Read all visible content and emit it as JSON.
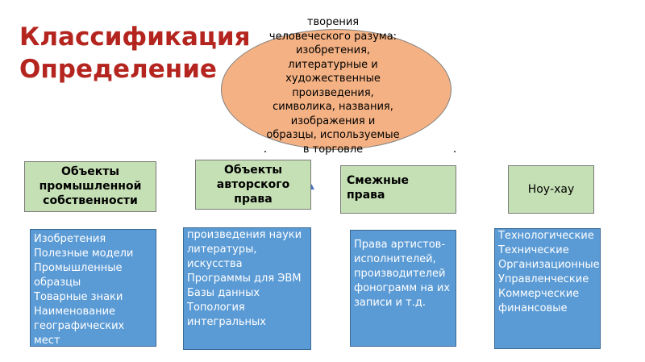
{
  "title": {
    "line1": "Классификация",
    "line2": "Определение"
  },
  "ellipse": {
    "text": "творения\nчеловеческого разума:\nизобретения,\nлитературные и\nхудожественные\nпроизведения,\nсимволика, названия,\nизображения и\nобразцы, используемые\nв торговле"
  },
  "categories": [
    {
      "label": "Объекты промышленной собственности"
    },
    {
      "label": "Объекты авторского права"
    },
    {
      "label": "Смежные права"
    },
    {
      "label": "Ноу-хау"
    }
  ],
  "lists": [
    {
      "text": "Изобретения\nПолезные модели\nПромышленные образцы\nТоварные знаки\nНаименование географических мест"
    },
    {
      "text": "произведения науки литературы, искусства\nПрограммы для ЭВМ\nБазы данных\nТопология интегральных"
    },
    {
      "text": "Права артистов-исполнителей, производителей фонограмм на их записи и т.д."
    },
    {
      "text": "Технологические\nТехнические\nОрганизационные\nУправленческие\nКоммерческие\nфинансовые"
    }
  ],
  "colors": {
    "title": "#b5251f",
    "ellipse_fill": "#f4b183",
    "category_fill": "#c5e0b4",
    "list_fill": "#5b9bd5"
  }
}
